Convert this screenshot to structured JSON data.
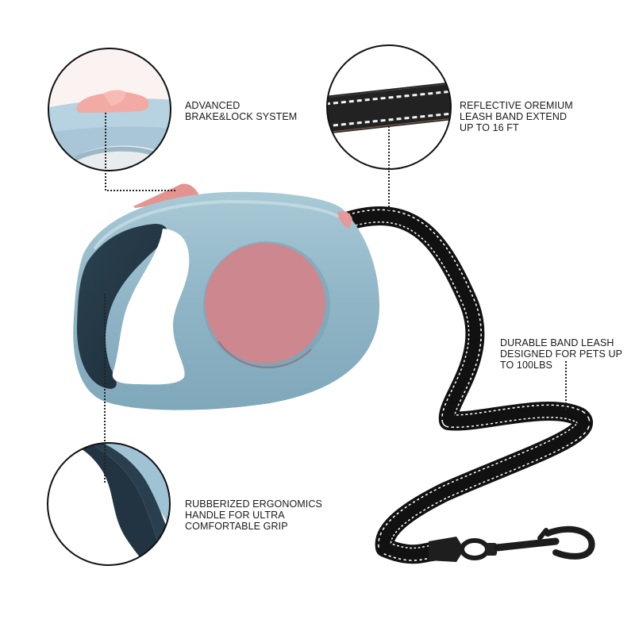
{
  "features": [
    {
      "id": "brake",
      "lines": [
        "ADVANCED",
        "BRAKE&LOCK SYSTEM"
      ],
      "detail_icon": "brake-button-closeup"
    },
    {
      "id": "reflective",
      "lines": [
        "REFLECTIVE OREMIUM",
        "LEASH BAND EXTEND",
        "UP TO 16 FT"
      ],
      "detail_icon": "reflective-band-closeup"
    },
    {
      "id": "durable",
      "lines": [
        "DURABLE BAND LEASH",
        "DESIGNED FOR PETS UP",
        "TO 100LBS"
      ],
      "detail_icon": "leash-band"
    },
    {
      "id": "handle",
      "lines": [
        "RUBBERIZED ERGONOMICS",
        "HANDLE FOR ULTRA",
        "COMFORTABLE GRIP"
      ],
      "detail_icon": "handle-grip-closeup"
    }
  ],
  "colors": {
    "body": "#8fb5c6",
    "body_light": "#b4d0dc",
    "spool": "#cd878e",
    "brake": "#e89a9a",
    "grip": "#223441",
    "leash": "#111111",
    "stitch": "#ffffff",
    "callout_line": "#222222"
  }
}
